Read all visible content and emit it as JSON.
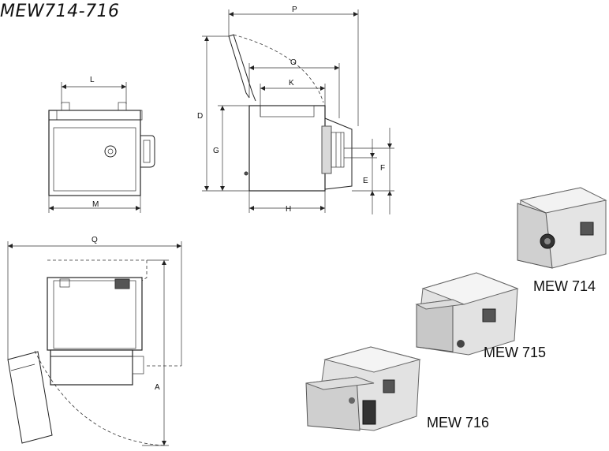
{
  "header": {
    "title": "MEW714-716"
  },
  "dimensions": {
    "L": "L",
    "M": "M",
    "P": "P",
    "O": "O",
    "K": "K",
    "D": "D",
    "G": "G",
    "H": "H",
    "F": "F",
    "E": "E",
    "Q": "Q",
    "A": "A"
  },
  "models": [
    {
      "label": "MEW 714"
    },
    {
      "label": "MEW 715"
    },
    {
      "label": "MEW 716"
    }
  ]
}
